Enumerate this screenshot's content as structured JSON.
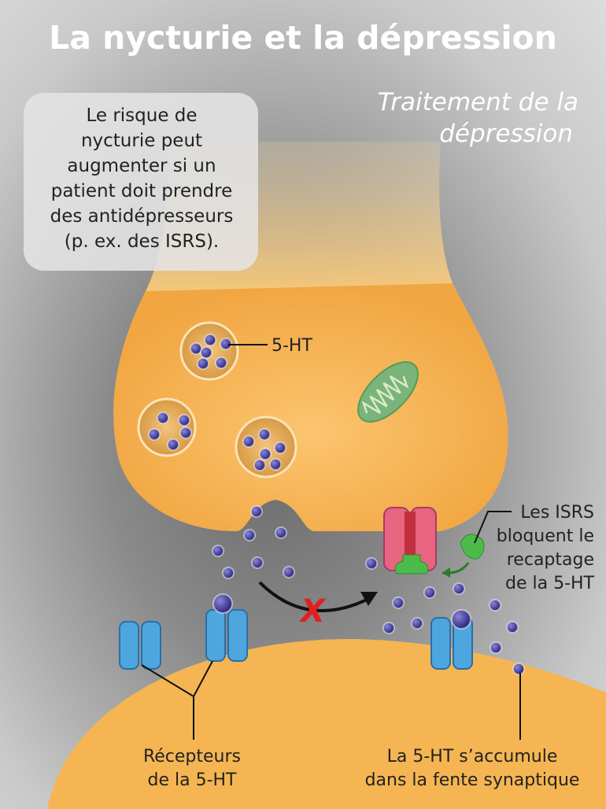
{
  "title": "La nycturie et la dépression",
  "subtitle": [
    "Traitement de la",
    "dépression"
  ],
  "info_box": [
    "Le risque de",
    "nycturie peut",
    "augmenter si un",
    "patient doit prendre",
    "des antidépresseurs",
    "(p. ex. des ISRS)."
  ],
  "labels": {
    "serotonin": "5-HT",
    "ssri": [
      "Les ISRS",
      "bloquent le",
      "recaptage",
      "de la 5-HT"
    ],
    "receptors": [
      "Récepteurs",
      "de la 5-HT"
    ],
    "accumulation": [
      "La 5-HT s’accumule",
      "dans la fente synaptique"
    ]
  },
  "colors": {
    "neuron": "#f5b250",
    "serotonin": "#3b3596",
    "transporter": "#e8657f",
    "receptor": "#4ea6de",
    "ssri": "#4dbb4a",
    "block": "#e02020"
  }
}
